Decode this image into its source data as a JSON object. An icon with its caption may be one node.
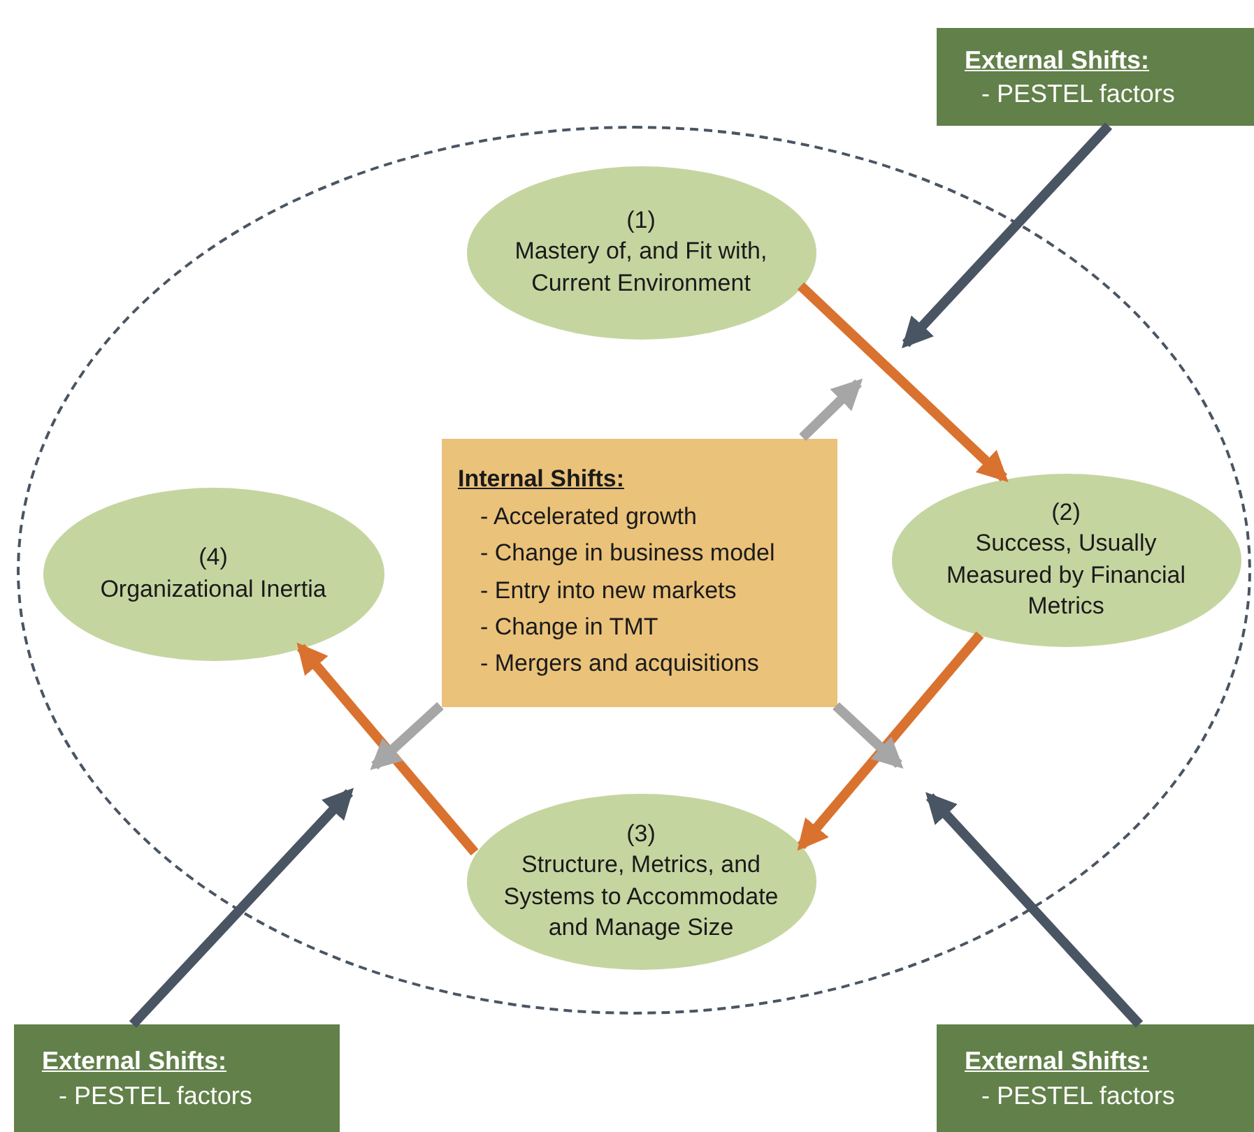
{
  "diagram": {
    "nodes": [
      {
        "text": [],
        "shape": "ellipse"
      },
      {
        "text": [
          "(1)",
          "Mastery of, and Fit with, Current Environment"
        ],
        "in": 0
      },
      {
        "text": [
          "(2)",
          "Success, Usually Measured by Financial Metrics"
        ],
        "in": 0
      },
      {
        "text": [
          "(3)",
          "Structure, Metrics, and Systems to Accommodate and Manage Size"
        ],
        "in": 0
      },
      {
        "text": [
          "(4)",
          "Organizational Inertia"
        ],
        "in": 0
      },
      {
        "text": [
          "Internal Shifts:",
          "- Accelerated growth",
          "- Change in business model",
          "- Entry into new markets",
          "- Change in TMT",
          "- Mergers and acquisitions"
        ],
        "in": 0
      },
      {
        "text": [
          "External Shifts:",
          "- PESTEL factors"
        ]
      },
      {
        "text": [
          "External Shifts:",
          "- PESTEL factors"
        ]
      },
      {
        "text": [
          "External Shifts:",
          "- PESTEL factors"
        ]
      }
    ],
    "edges": [
      {
        "from": 1,
        "to": 2,
        "arrow": "to",
        "color": "#d9722f"
      },
      {
        "from": 2,
        "to": 3,
        "arrow": "to",
        "color": "#d9722f"
      },
      {
        "from": 3,
        "to": 4,
        "arrow": "to",
        "color": "#d9722f"
      },
      {
        "from": 6,
        "to": null,
        "arrow": "to",
        "color": "#4a5563"
      },
      {
        "from": 7,
        "to": null,
        "arrow": "to",
        "color": "#4a5563"
      },
      {
        "from": 8,
        "to": null,
        "arrow": "to",
        "color": "#4a5563"
      },
      {
        "from": 5,
        "to": null,
        "arrow": "to",
        "color": "#a6a6a6"
      },
      {
        "from": 5,
        "to": null,
        "arrow": "to",
        "color": "#a6a6a6"
      },
      {
        "from": 5,
        "to": null,
        "arrow": "to",
        "color": "#a6a6a6"
      }
    ]
  }
}
